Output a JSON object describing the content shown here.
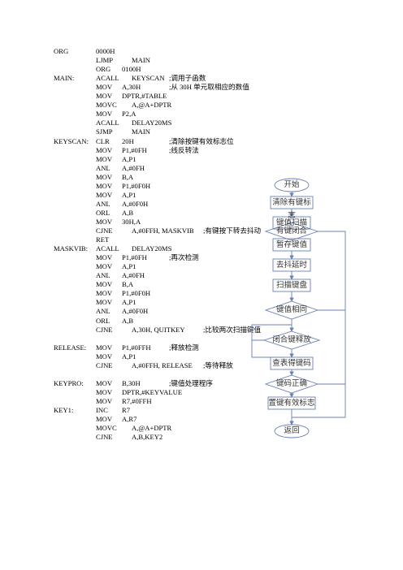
{
  "code": [
    {
      "label": "ORG",
      "mn": "0000H",
      "op": "",
      "comment": ""
    },
    {
      "label": "",
      "mn": "LJMP",
      "op": "MAIN",
      "comment": ""
    },
    {
      "label": "",
      "mn": "ORG",
      "op": "0100H",
      "comment": ""
    },
    {
      "label": "MAIN:",
      "mn": "ACALL",
      "op": "KEYSCAN",
      "comment": ";调用子函数"
    },
    {
      "label": "",
      "mn": "MOV",
      "op": "A,30H",
      "comment": ";从 30H 单元取相应的数值"
    },
    {
      "label": "",
      "mn": "MOV",
      "op": "DPTR,#TABLE",
      "comment": ""
    },
    {
      "label": "",
      "mn": "MOVC",
      "op": "A,@A+DPTR",
      "comment": ""
    },
    {
      "label": "",
      "mn": "MOV",
      "op": "P2,A",
      "comment": ""
    },
    {
      "label": "",
      "mn": "ACALL",
      "op": "DELAY20MS",
      "comment": ""
    },
    {
      "label": "",
      "mn": "SJMP",
      "op": "MAIN",
      "comment": ""
    },
    {
      "label": "KEYSCAN:",
      "mn": "CLR",
      "op": "20H",
      "comment": ";清除按键有效标志位"
    },
    {
      "label": "",
      "mn": "MOV",
      "op": "P1,#0FH",
      "comment": ";线反转法"
    },
    {
      "label": "",
      "mn": "MOV",
      "op": "A,P1",
      "comment": ""
    },
    {
      "label": "",
      "mn": "ANL",
      "op": "A,#0FH",
      "comment": ""
    },
    {
      "label": "",
      "mn": "MOV",
      "op": "B,A",
      "comment": ""
    },
    {
      "label": "",
      "mn": "MOV",
      "op": "P1,#0F0H",
      "comment": ""
    },
    {
      "label": "",
      "mn": "MOV",
      "op": "A,P1",
      "comment": ""
    },
    {
      "label": "",
      "mn": "ANL",
      "op": "A,#0F0H",
      "comment": ""
    },
    {
      "label": "",
      "mn": "ORL",
      "op": "A,B",
      "comment": ""
    },
    {
      "label": "",
      "mn": "MOV",
      "op": "30H,A",
      "comment": ""
    },
    {
      "label": "",
      "mn": "CJNE",
      "op": "A,#0FFH, MASKVIB",
      "comment": ";有键按下转去抖动"
    },
    {
      "label": "",
      "mn": "RET",
      "op": "",
      "comment": ""
    },
    {
      "label": "MASKVIB:",
      "mn": "ACALL",
      "op": "DELAY20MS",
      "comment": ""
    },
    {
      "label": "",
      "mn": "MOV",
      "op": "P1,#0FH",
      "comment": ";再次检测"
    },
    {
      "label": "",
      "mn": "MOV",
      "op": "A,P1",
      "comment": ""
    },
    {
      "label": "",
      "mn": "ANL",
      "op": "A,#0FH",
      "comment": ""
    },
    {
      "label": "",
      "mn": "MOV",
      "op": "B,A",
      "comment": ""
    },
    {
      "label": "",
      "mn": "MOV",
      "op": "P1,#0F0H",
      "comment": ""
    },
    {
      "label": "",
      "mn": "MOV",
      "op": "A,P1",
      "comment": ""
    },
    {
      "label": "",
      "mn": "ANL",
      "op": "A,#0F0H",
      "comment": ""
    },
    {
      "label": "",
      "mn": "ORL",
      "op": "A,B",
      "comment": ""
    },
    {
      "label": "",
      "mn": "CJNE",
      "op": "A,30H, QUITKEY",
      "comment": ";比较两次扫描键值"
    },
    {
      "label": "",
      "mn": "",
      "op": "",
      "comment": ""
    },
    {
      "label": "RELEASE:",
      "mn": "MOV",
      "op": "P1,#0FFH",
      "comment": ";释放检测"
    },
    {
      "label": "",
      "mn": "MOV",
      "op": "A,P1",
      "comment": ""
    },
    {
      "label": "",
      "mn": "CJNE",
      "op": "A,#0FFH, RELEASE",
      "comment": ";等待释放"
    },
    {
      "label": "",
      "mn": "",
      "op": "",
      "comment": ""
    },
    {
      "label": "KEYPRO:",
      "mn": "MOV",
      "op": "B,30H",
      "comment": ";键值处理程序"
    },
    {
      "label": "",
      "mn": "MOV",
      "op": "DPTR,#KEYVALUE",
      "comment": ""
    },
    {
      "label": "",
      "mn": "MOV",
      "op": "R7,#0FFH",
      "comment": ""
    },
    {
      "label": "KEY1:",
      "mn": "INC",
      "op": "R7",
      "comment": ""
    },
    {
      "label": "",
      "mn": "MOV",
      "op": "A,R7",
      "comment": ""
    },
    {
      "label": "",
      "mn": "MOVC",
      "op": "A,@A+DPTR",
      "comment": ""
    },
    {
      "label": "",
      "mn": "CJNE",
      "op": "A,B,KEY2",
      "comment": ""
    }
  ],
  "flowchart": {
    "start": "开始",
    "clear_flag": "清除有键标志",
    "key_scan": "键值扫描",
    "key_closed": "有键闭合",
    "save_key": "暂存键值",
    "debounce": "去抖延时",
    "scan_key": "扫描键盘",
    "key_same": "键值相同",
    "key_release": "闭合键释放",
    "lookup_code": "查表得键码",
    "code_correct": "键码正确",
    "set_flag": "置键有效标志",
    "return": "返回"
  },
  "colors": {
    "flow_line": "#6a7fb5",
    "text": "#000000"
  }
}
